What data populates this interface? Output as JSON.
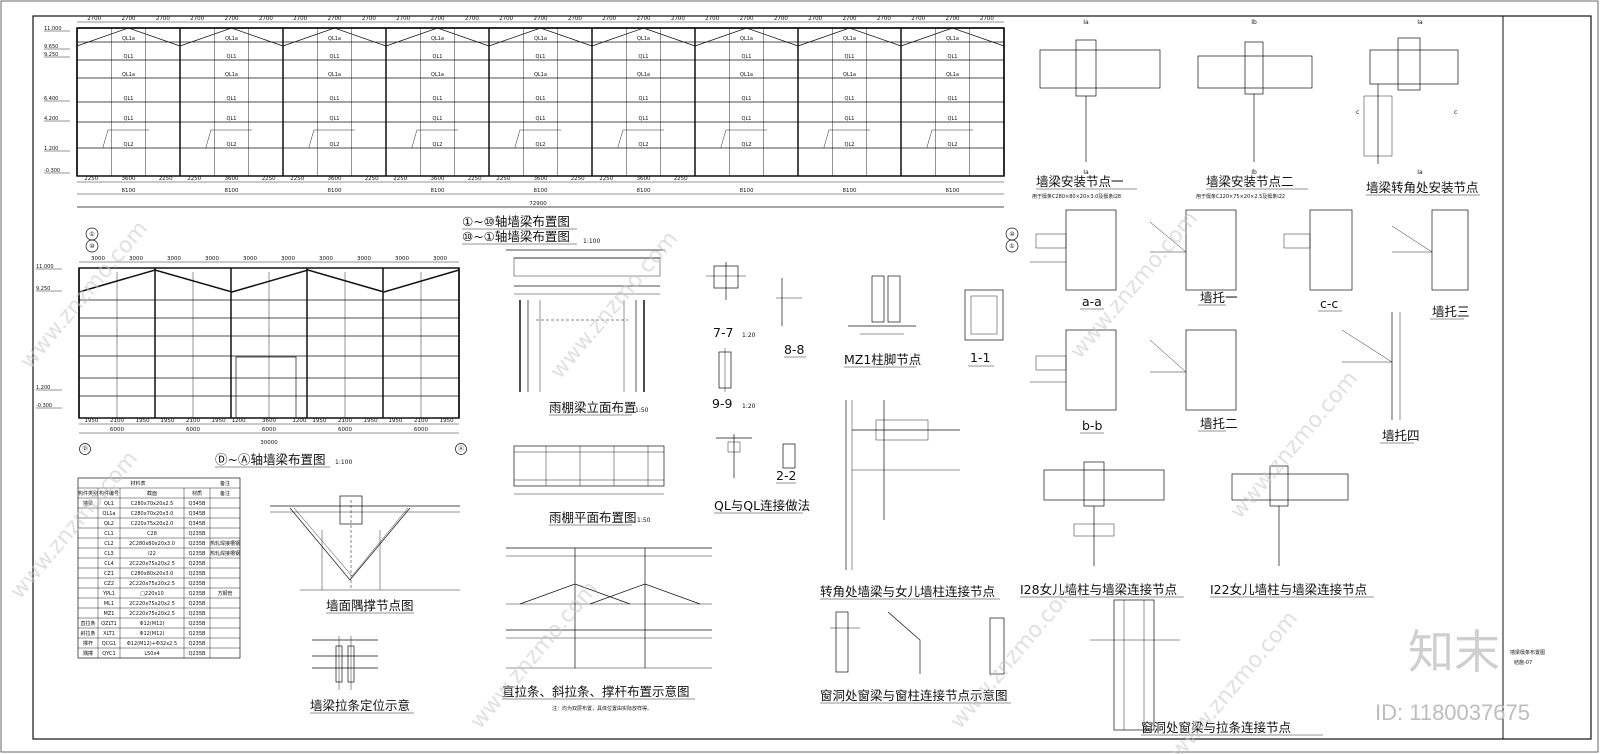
{
  "titles": {
    "elev1_a": "①~⑩轴墙梁布置图",
    "elev1_b": "⑩~①轴墙梁布置图",
    "elev2": "Ⓓ~Ⓐ轴墙梁布置图",
    "elev2_scale": "1:100",
    "canopy_elev": "雨棚梁立面布置",
    "canopy_elev_scale": "1:50",
    "canopy_plan": "雨棚平面布置图",
    "canopy_plan_scale": "1:50",
    "canopy_top_scale": "1:100",
    "sec77": "7-7",
    "sec77_scale": "1:20",
    "sec88": "8-8",
    "sec99": "9-9",
    "sec99_scale": "1:20",
    "mz1": "MZ1柱脚节点",
    "sec11": "1-1",
    "sec22": "2-2",
    "ql_conn": "QL与QL连接做法",
    "brace": "墙面隅撑节点图",
    "tie_pos": "墙梁拉条定位示意",
    "tie_layout": "直拉条、斜拉条、撑杆布置示意图",
    "tie_note": "注：均为双层布置，具体位置由实际放样得。",
    "corner_parapet": "转角处墙梁与女儿墙柱连接节点",
    "win_beam": "窗洞处窗梁与窗柱连接节点示意图",
    "win_tie": "窗洞处窗梁与拉条连接节点",
    "node1": "墙梁安装节点一",
    "node1_note": "用于檩条C280×80×20×3.0及檩条Ⅰ28",
    "node2": "墙梁安装节点二",
    "node2_note": "用于檩条C220×75×20×2.5及檩条Ⅰ22",
    "node3": "墙梁转角处安装节点",
    "i28": "Ⅰ28女儿墙柱与墙梁连接节点",
    "i22": "Ⅰ22女儿墙柱与墙梁连接节点",
    "aa": "a-a",
    "bb": "b-b",
    "cc": "c-c",
    "wt1": "墙托一",
    "wt2": "墙托二",
    "wt3": "墙托三",
    "wt4": "墙托四",
    "mark_Ia": "Ⅰa",
    "mark_Ib": "Ⅰb",
    "mark_c": "c",
    "axis_1": "①",
    "axis_10": "⑩",
    "axis_D": "Ⓓ",
    "axis_A": "Ⓐ",
    "sheet_title": "墙梁檩条布置图",
    "sheet_no": "结施-07",
    "watermark": "www.znzmo.com",
    "logo": "知末",
    "id": "ID: 1180037675"
  },
  "elev1": {
    "top_dims": [
      "2700",
      "2700",
      "2700",
      "2700",
      "2700",
      "2700",
      "2700",
      "2700",
      "2700",
      "2700",
      "2700",
      "2700",
      "2700",
      "2700",
      "2700",
      "2700",
      "2700",
      "2700",
      "2700",
      "2700",
      "2700",
      "2700",
      "2700",
      "2700",
      "2700",
      "2700",
      "2700"
    ],
    "bot_dims": [
      "2250",
      "3600",
      "2250",
      "2250",
      "3600",
      "2250",
      "2250",
      "3600",
      "2250",
      "2250",
      "3600",
      "2250",
      "2250",
      "3600",
      "2250",
      "2250",
      "3600",
      "2250"
    ],
    "bays": [
      "8100",
      "8100",
      "8100",
      "8100",
      "8100",
      "8100",
      "8100",
      "8100",
      "8100"
    ],
    "total": "72900",
    "levels": [
      "11.000",
      "9.650",
      "9.250",
      "6.400",
      "4.200",
      "1.200",
      "-0.300"
    ],
    "rows": [
      "QL1a",
      "QL1",
      "QL1a",
      "QL1",
      "QL1",
      "QL2"
    ]
  },
  "elev2": {
    "top_dims": [
      "3000",
      "3000",
      "3000",
      "3000",
      "3000",
      "3000",
      "3000",
      "3000",
      "3000",
      "3000"
    ],
    "bot_dims": [
      "1950",
      "2100",
      "1950",
      "1950",
      "2100",
      "1950",
      "1200",
      "3600",
      "1200",
      "1950",
      "2100",
      "1950",
      "1950",
      "2100",
      "1950"
    ],
    "bays": [
      "6000",
      "6000",
      "6000",
      "6000",
      "6000"
    ],
    "total": "30000",
    "levels": [
      "11.000",
      "9.250",
      "1.200",
      "-0.300"
    ]
  },
  "table": {
    "headers": [
      "构件类别",
      "构件编号",
      "截面",
      "材质",
      "备注"
    ],
    "title_cells": [
      "材料表",
      "备注"
    ],
    "rows": [
      [
        "墙梁",
        "QL1",
        "C280x70x20x2.5",
        "Q345B",
        ""
      ],
      [
        "",
        "QL1a",
        "C280x70x20x3.0",
        "Q345B",
        ""
      ],
      [
        "",
        "QL2",
        "C220x75x20x2.0",
        "Q345B",
        ""
      ],
      [
        "",
        "CL1",
        "C28",
        "Q235B",
        ""
      ],
      [
        "",
        "CL2",
        "2C280x80x20x3.0",
        "Q235B",
        "热轧焊接槽钢"
      ],
      [
        "",
        "CL3",
        "Ⅰ22",
        "Q235B",
        "热轧焊接槽钢"
      ],
      [
        "",
        "CL4",
        "2C220x75x20x2.5",
        "Q235B",
        ""
      ],
      [
        "",
        "CZ1",
        "C280x80x20x3.0",
        "Q235B",
        ""
      ],
      [
        "",
        "CZ2",
        "2C220x75x20x2.5",
        "Q235B",
        ""
      ],
      [
        "",
        "YPL1",
        "□220x10",
        "Q235B",
        "方钢管"
      ],
      [
        "",
        "ML1",
        "2C220x75x20x2.5",
        "Q235B",
        ""
      ],
      [
        "",
        "MZ1",
        "2C220x75x20x2.5",
        "Q235B",
        ""
      ],
      [
        "直拉条",
        "QZLT1",
        "Φ12(M12)",
        "Q235B",
        ""
      ],
      [
        "斜拉条",
        "XLT1",
        "Φ12(M12)",
        "Q235B",
        ""
      ],
      [
        "撑杆",
        "QCG1",
        "Φ12(M12)+Φ32x2.5",
        "Q235B",
        ""
      ],
      [
        "隅撑",
        "QYC1",
        "L50x4",
        "Q235B",
        ""
      ]
    ]
  }
}
